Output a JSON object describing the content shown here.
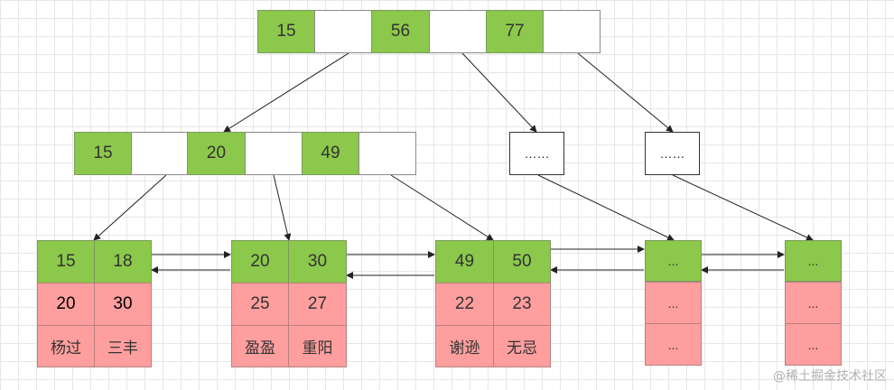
{
  "root": {
    "keys": [
      "15",
      "56",
      "77"
    ]
  },
  "internal": {
    "keys": [
      "15",
      "20",
      "49"
    ],
    "siblings": [
      "……",
      "……"
    ]
  },
  "leaves": [
    {
      "keys": [
        "15",
        "18"
      ],
      "values": [
        "20",
        "30"
      ],
      "names": [
        "杨过",
        "三丰"
      ]
    },
    {
      "keys": [
        "20",
        "30"
      ],
      "values": [
        "25",
        "27"
      ],
      "names": [
        "盈盈",
        "重阳"
      ]
    },
    {
      "keys": [
        "49",
        "50"
      ],
      "values": [
        "22",
        "23"
      ],
      "names": [
        "谢逊",
        "无忌"
      ]
    },
    {
      "keys": [
        "..."
      ],
      "values": [
        "..."
      ],
      "names": [
        "..."
      ]
    },
    {
      "keys": [
        "..."
      ],
      "values": [
        "..."
      ],
      "names": [
        "..."
      ]
    }
  ],
  "watermark": "@稀土掘金技术社区",
  "colors": {
    "key": "#8cc84b",
    "data": "#ff9e9e",
    "pointer": "#ffffff",
    "grid": "#e6e6e6",
    "arrow": "#222222"
  }
}
